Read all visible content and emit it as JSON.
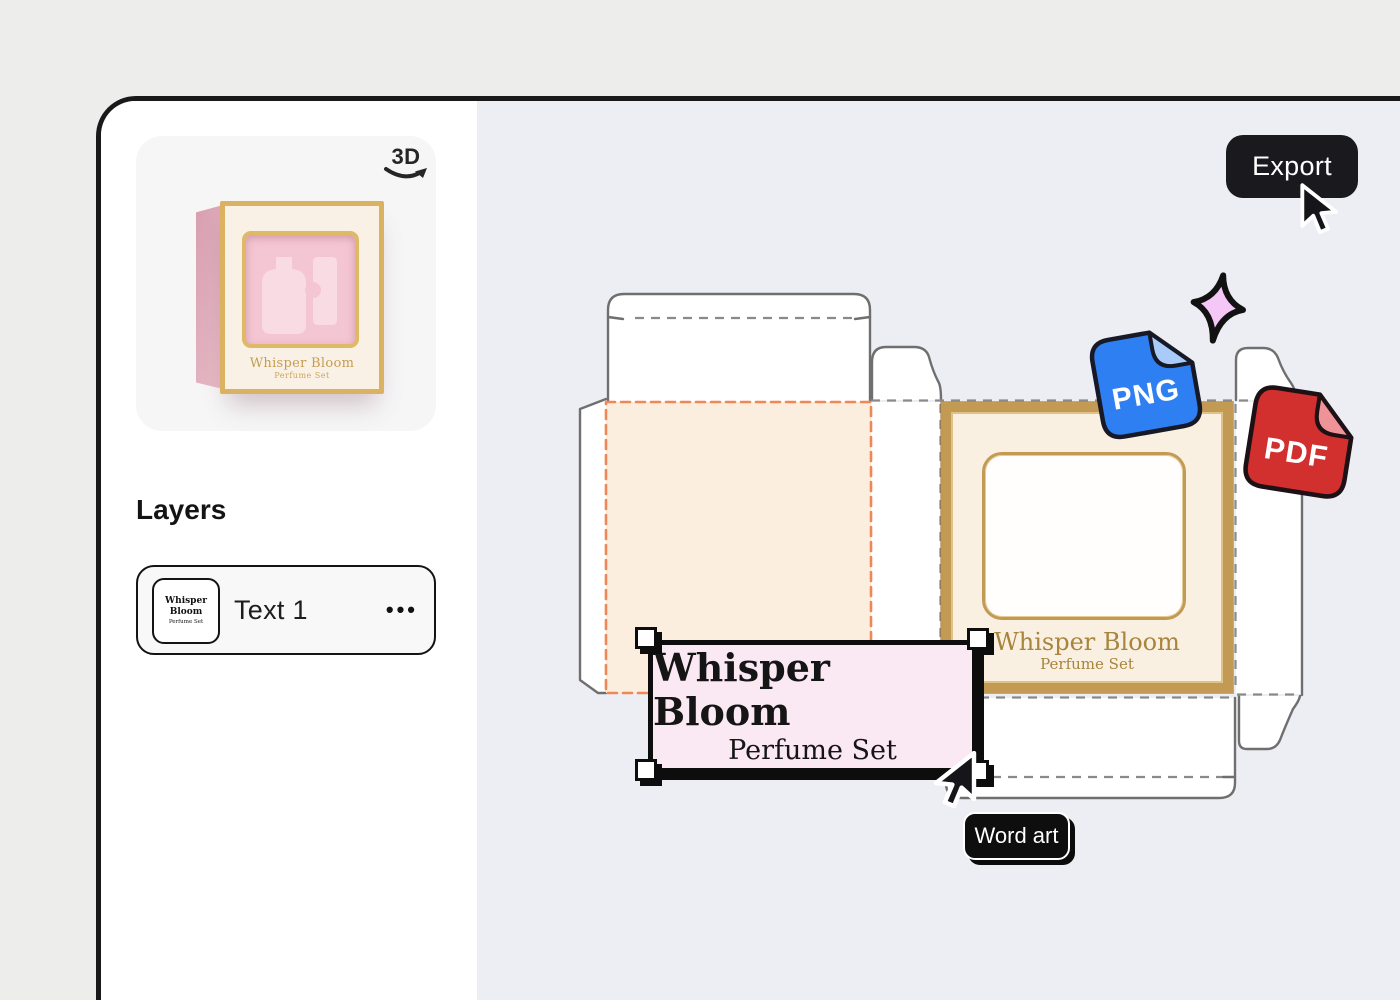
{
  "sidebar": {
    "preview": {
      "rotate_icon_label": "3D",
      "product_title": "Whisper Bloom",
      "product_subtitle": "Perfume Set"
    },
    "layers_heading": "Layers",
    "layers": [
      {
        "name": "Text 1",
        "thumb_title": "Whisper Bloom",
        "thumb_subtitle": "Perfume Set",
        "menu_icon": "•••"
      }
    ]
  },
  "canvas": {
    "export_button_label": "Export",
    "front_panel": {
      "title": "Whisper Bloom",
      "subtitle": "Perfume Set"
    },
    "word_art": {
      "title": "Whisper Bloom",
      "subtitle": "Perfume Set",
      "tooltip": "Word art"
    },
    "badges": {
      "png": "PNG",
      "pdf": "PDF"
    }
  },
  "colors": {
    "canvas_bg": "#EDEEF4",
    "frame_border": "#191919",
    "gold": "#C39A54",
    "gold_text": "#A8843C",
    "peach_fill": "#FBEEDE",
    "orange_dash": "#EF8757",
    "pink_fill": "#FAE8F3",
    "png_blue": "#2E7FF2",
    "pdf_red": "#D22F2F",
    "sparkle_pink": "#F4C7F7"
  }
}
